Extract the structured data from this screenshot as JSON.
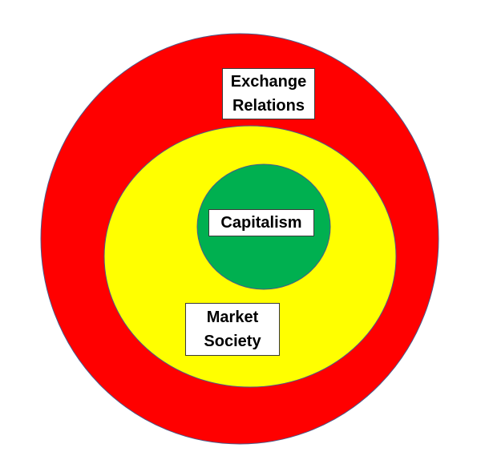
{
  "colors": {
    "outer_ring": "#ff0000",
    "middle_ring": "#ffff00",
    "inner_circle": "#00b050",
    "ring_stroke": "#4a5a8a",
    "label_background": "#ffffff",
    "label_border": "#3a3a3a"
  },
  "labels": {
    "exchange_relations": {
      "line1": "Exchange",
      "line2": "Relations"
    },
    "capitalism": "Capitalism",
    "market_society": {
      "line1": "Market",
      "line2": "Society"
    }
  }
}
